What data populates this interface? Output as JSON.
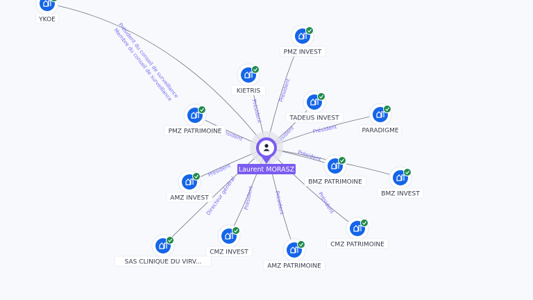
{
  "center": {
    "name": "Laurent MORASZ",
    "icon": "person-icon",
    "color": "#7b5cf0"
  },
  "colors": {
    "company": "#1565e8",
    "check": "#1f8a4c",
    "edge_label": "#7b6cf0"
  },
  "companies": [
    {
      "id": "ykoe",
      "label": "YKOE"
    },
    {
      "id": "pmz-invest",
      "label": "PMZ INVEST"
    },
    {
      "id": "kietris",
      "label": "KIETRIS"
    },
    {
      "id": "tadeus-invest",
      "label": "TADEUS INVEST"
    },
    {
      "id": "paradigme",
      "label": "PARADIGME"
    },
    {
      "id": "pmz-patrimoine",
      "label": "PMZ PATRIMOINE"
    },
    {
      "id": "bmz-patrimoine",
      "label": "BMZ PATRIMOINE"
    },
    {
      "id": "bmz-invest",
      "label": "BMZ INVEST"
    },
    {
      "id": "amz-invest",
      "label": "AMZ INVEST"
    },
    {
      "id": "sas-clinique",
      "label": "SAS CLINIQUE DU VIRV..."
    },
    {
      "id": "cmz-invest",
      "label": "CMZ INVEST"
    },
    {
      "id": "cmz-patrimoine",
      "label": "CMZ PATRIMOINE"
    },
    {
      "id": "amz-patrimoine",
      "label": "AMZ PATRIMOINE"
    }
  ],
  "edges": [
    {
      "to": "ykoe",
      "labels": [
        "Président du conseil de surveillance",
        "Membre du conseil de surveillance"
      ]
    },
    {
      "to": "pmz-invest",
      "labels": [
        "Président"
      ]
    },
    {
      "to": "kietris",
      "labels": [
        "Président"
      ]
    },
    {
      "to": "tadeus-invest",
      "labels": [
        "Président"
      ]
    },
    {
      "to": "paradigme",
      "labels": [
        "Président"
      ]
    },
    {
      "to": "pmz-patrimoine",
      "labels": [
        "Président"
      ]
    },
    {
      "to": "bmz-patrimoine",
      "labels": [
        "Président"
      ]
    },
    {
      "to": "bmz-invest",
      "labels": []
    },
    {
      "to": "amz-invest",
      "labels": [
        "Président"
      ]
    },
    {
      "to": "sas-clinique",
      "labels": [
        "Directeur général"
      ]
    },
    {
      "to": "cmz-invest",
      "labels": [
        "Président"
      ]
    },
    {
      "to": "cmz-patrimoine",
      "labels": [
        "Président"
      ]
    },
    {
      "to": "amz-patrimoine",
      "labels": [
        "Président"
      ]
    }
  ]
}
